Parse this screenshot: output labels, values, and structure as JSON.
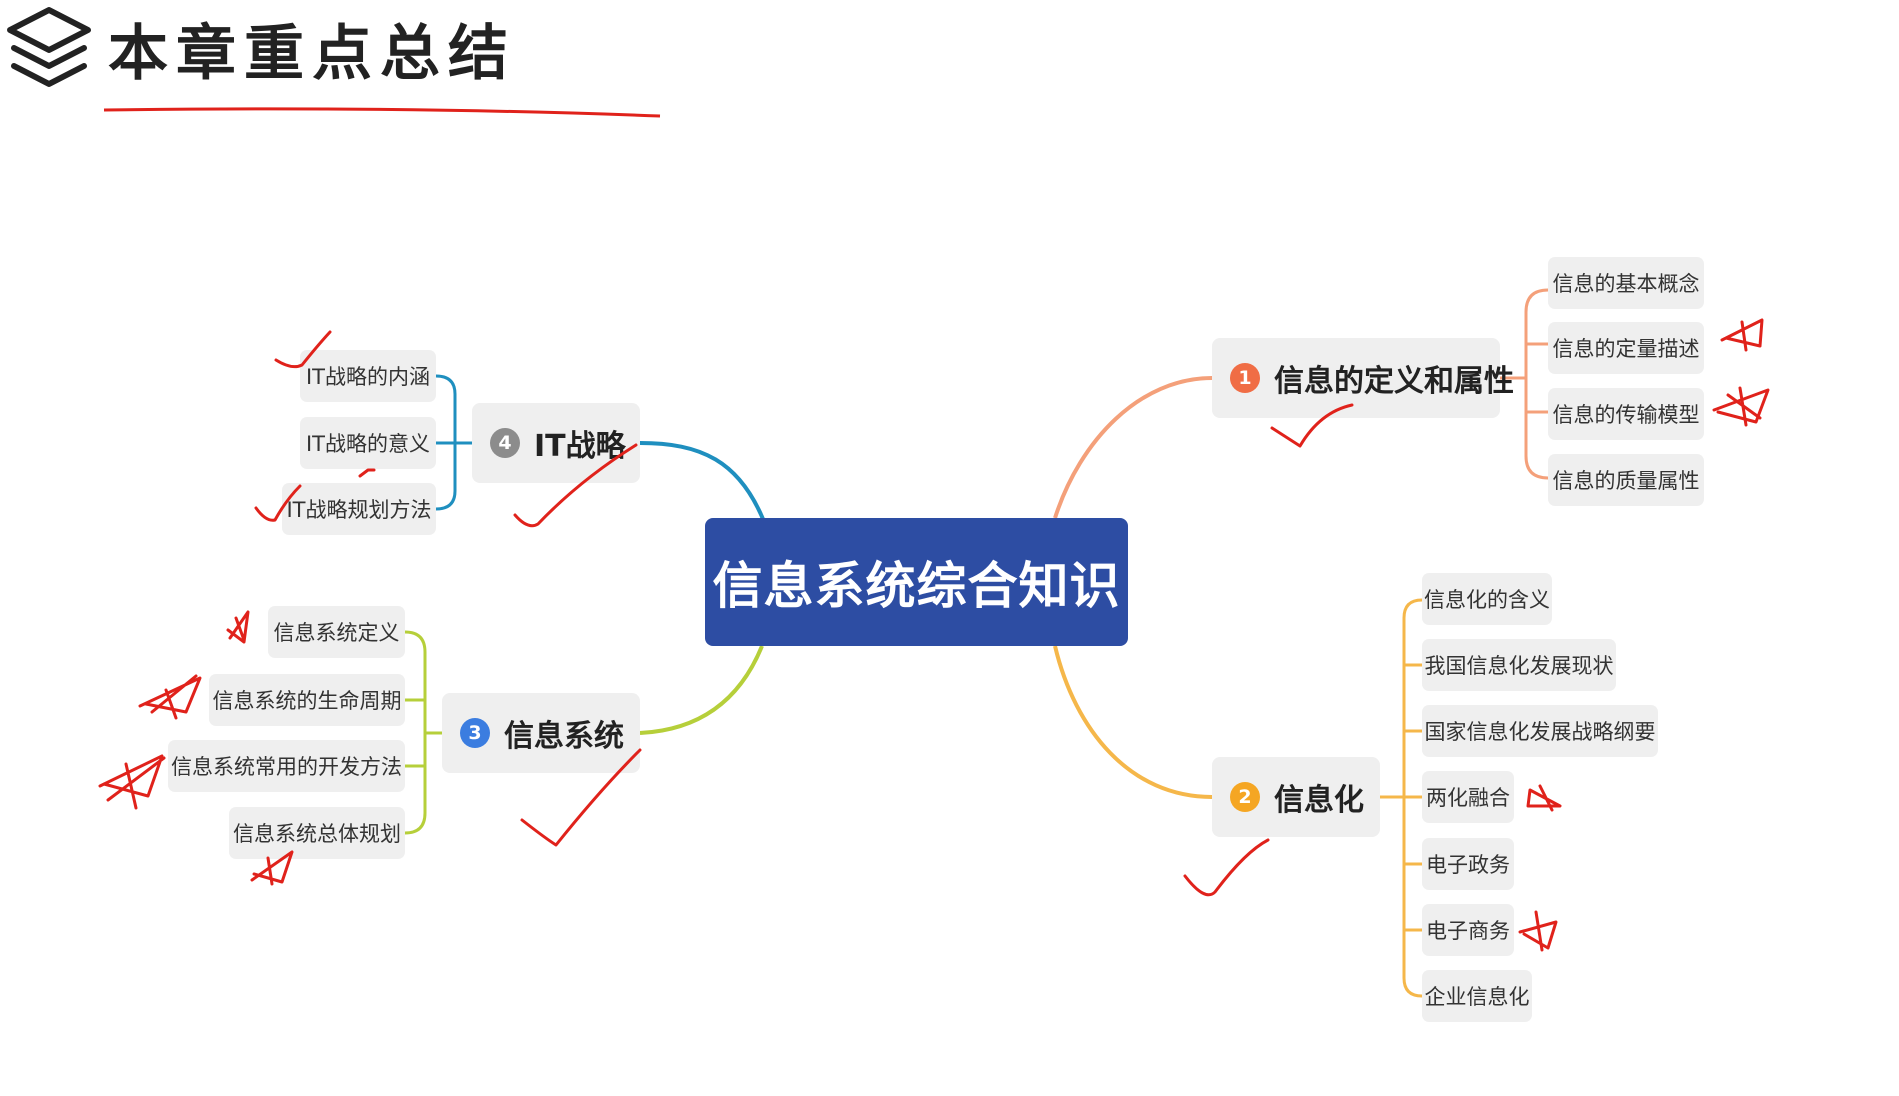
{
  "header": {
    "title": "本章重点总结",
    "icon": "layers-icon"
  },
  "center": {
    "label": "信息系统综合知识"
  },
  "branches": [
    {
      "num": "1",
      "label": "信息的定义和属性",
      "color": "#f06d45",
      "leaves": [
        "信息的基本概念",
        "信息的定量描述",
        "信息的传输模型",
        "信息的质量属性"
      ]
    },
    {
      "num": "2",
      "label": "信息化",
      "color": "#f5a623",
      "leaves": [
        "信息化的含义",
        "我国信息化发展现状",
        "国家信息化发展战略纲要",
        "两化融合",
        "电子政务",
        "电子商务",
        "企业信息化"
      ]
    },
    {
      "num": "3",
      "label": "信息系统",
      "color": "#3b7de0",
      "leaves": [
        "信息系统定义",
        "信息系统的生命周期",
        "信息系统常用的开发方法",
        "信息系统总体规划"
      ]
    },
    {
      "num": "4",
      "label": "IT战略",
      "color": "#8c8c8c",
      "leaves": [
        "IT战略的内涵",
        "IT战略的意义",
        "IT战略规划方法"
      ]
    }
  ],
  "colors": {
    "center": "#2d4da3",
    "branch1_line": "#f4a07a",
    "branch2_line": "#f5b74a",
    "branch3_line": "#b6cf3a",
    "branch4_line": "#1f8fbf",
    "annotation": "#e0221b"
  }
}
